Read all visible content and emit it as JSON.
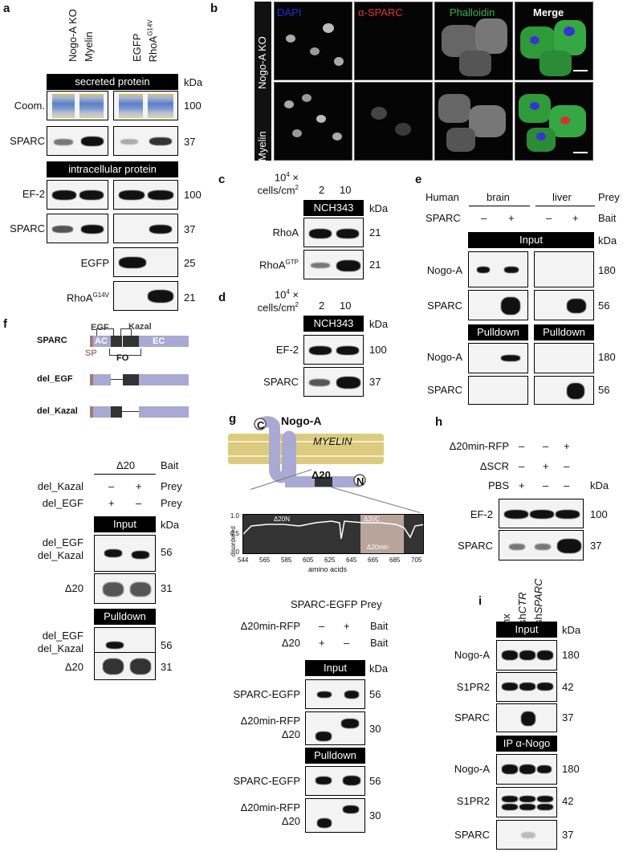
{
  "panels": {
    "a": "a",
    "b": "b",
    "c": "c",
    "d": "d",
    "e": "e",
    "f": "f",
    "g": "g",
    "h": "h",
    "i": "i"
  },
  "a": {
    "lanes": [
      "Nogo-A KO",
      "Myelin",
      "EGFP",
      "RhoA"
    ],
    "lane_rhoa_sup": "G14V",
    "secreted": "secreted protein",
    "intracellular": "intracellular protein",
    "kda": "kDa",
    "rows": [
      "Coom.",
      "SPARC",
      "EF-2",
      "SPARC",
      "EGFP",
      "RhoA"
    ],
    "rhoa_sup": "G14V",
    "kdas": [
      "100",
      "37",
      "100",
      "37",
      "25",
      "21"
    ]
  },
  "b": {
    "cols": [
      "DAPI",
      "α-SPARC",
      "Phalloidin",
      "Merge"
    ],
    "col_colors": [
      "#2a2ad8",
      "#e0342a",
      "#3bb04a",
      "#ffffff"
    ],
    "rows": [
      "Nogo-A KO",
      "Myelin"
    ]
  },
  "c": {
    "density_line1": "10",
    "density_sup": "4",
    "density_line1b": " ×",
    "density_line2": "cells/cm",
    "density_sup2": "2",
    "lanes": [
      "2",
      "10"
    ],
    "cell_line": "NCH343",
    "kda": "kDa",
    "rows": [
      "RhoA",
      "RhoA"
    ],
    "gtp_sup": "GTP",
    "kdas": [
      "21",
      "21"
    ]
  },
  "d": {
    "lanes": [
      "2",
      "10"
    ],
    "cell_line": "NCH343",
    "kda": "kDa",
    "rows": [
      "EF-2",
      "SPARC"
    ],
    "kdas": [
      "100",
      "37"
    ]
  },
  "e": {
    "human": "Human",
    "tissues": [
      "brain",
      "liver"
    ],
    "prey": "Prey",
    "sparc": "SPARC",
    "signs": [
      "–",
      "+",
      "–",
      "+"
    ],
    "bait": "Bait",
    "input": "Input",
    "kda": "kDa",
    "pulldown": "Pulldown",
    "rows": [
      "Nogo-A",
      "SPARC",
      "Nogo-A",
      "SPARC"
    ],
    "kdas": [
      "180",
      "56",
      "180",
      "56"
    ]
  },
  "f": {
    "sparc": "SPARC",
    "domains": {
      "egf": "EGF",
      "kazal": "Kazal",
      "ac": "AC",
      "ec": "EC",
      "sp": "SP",
      "fo": "FO"
    },
    "constructs": [
      "del_EGF",
      "del_Kazal"
    ],
    "d20": "Δ20",
    "bait": "Bait",
    "prey_rows": [
      {
        "label": "del_Kazal",
        "signs": [
          "–",
          "+"
        ]
      },
      {
        "label": "del_EGF",
        "signs": [
          "+",
          "–"
        ]
      }
    ],
    "prey": "Prey",
    "input": "Input",
    "pulldown": "Pulldown",
    "kda": "kDa",
    "rows": [
      "del_EGF",
      "del_Kazal",
      "Δ20"
    ],
    "kdas": [
      "56",
      "31",
      "56",
      "31"
    ]
  },
  "g": {
    "protein": "Nogo-A",
    "c_term": "C",
    "n_term": "N",
    "myelin": "MYELIN",
    "d20": "Δ20",
    "segments": [
      "Δ20N",
      "Δ20C",
      "Δ20min"
    ],
    "ylabel": "disordered",
    "xlabel": "amino acids",
    "yticks": [
      "1.0",
      "0.5",
      "0"
    ],
    "xticks": [
      "544",
      "565",
      "585",
      "605",
      "625",
      "645",
      "665",
      "685",
      "705"
    ],
    "prey_header": "SPARC-EGFP Prey",
    "cond_rows": [
      {
        "label": "Δ20min-RFP",
        "signs": [
          "–",
          "+"
        ],
        "role": "Bait"
      },
      {
        "label": "Δ20",
        "signs": [
          "+",
          "–"
        ],
        "role": "Bait"
      }
    ],
    "input": "Input",
    "pulldown": "Pulldown",
    "kda": "kDa",
    "rows": [
      "SPARC-EGFP",
      "Δ20min-RFP",
      "Δ20"
    ],
    "kdas": [
      "56",
      "30",
      "56",
      "30"
    ]
  },
  "h": {
    "cond_rows": [
      {
        "label": "Δ20min-RFP",
        "signs": [
          "–",
          "–",
          "+"
        ]
      },
      {
        "label": "ΔSCR",
        "signs": [
          "–",
          "+",
          "–"
        ]
      },
      {
        "label": "PBS",
        "signs": [
          "+",
          "–",
          "–"
        ]
      }
    ],
    "kda": "kDa",
    "rows": [
      "EF-2",
      "SPARC"
    ],
    "kdas": [
      "100",
      "37"
    ]
  },
  "i": {
    "lanes": [
      "nx",
      "shCTR",
      "shSPARC"
    ],
    "lane_prefix": "sh",
    "lane_italics": [
      "CTR",
      "SPARC"
    ],
    "input": "Input",
    "ip": "IP α-Nogo",
    "kda": "kDa",
    "rows": [
      "Nogo-A",
      "S1PR2",
      "SPARC"
    ],
    "kdas": [
      "180",
      "42",
      "37"
    ]
  }
}
